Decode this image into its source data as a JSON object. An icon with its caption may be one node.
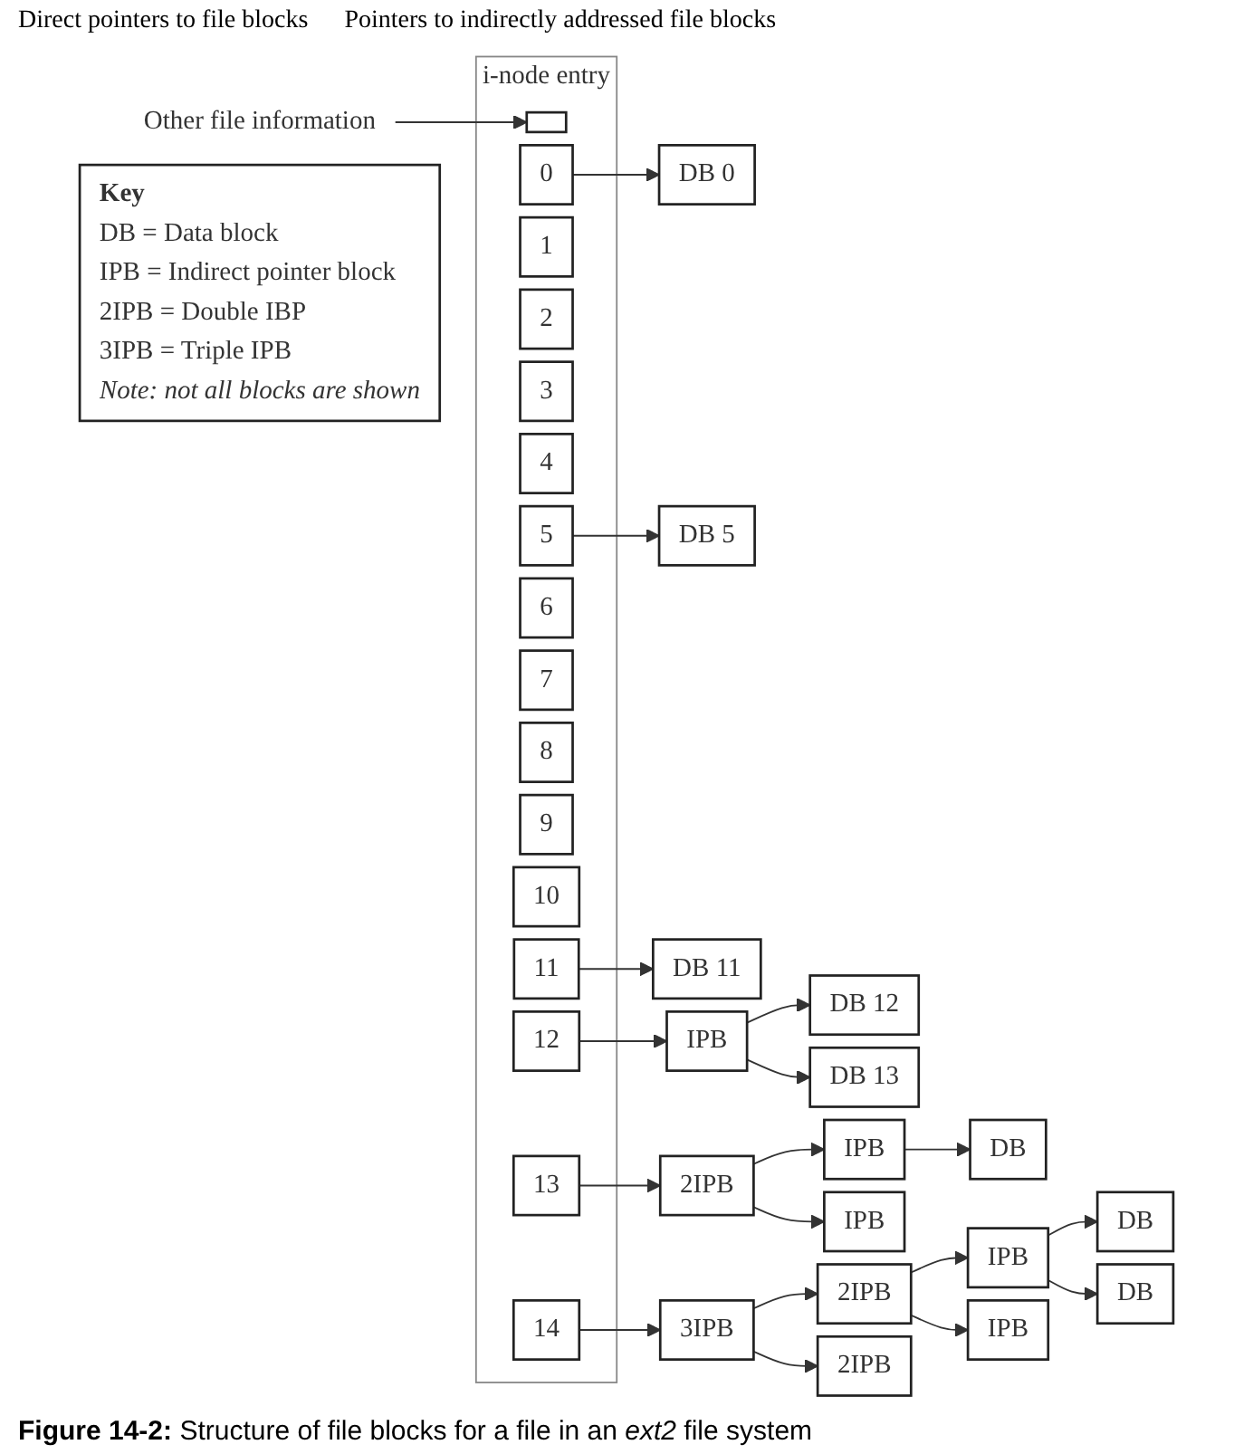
{
  "diagram": {
    "caption": "**Figure 14-2:** Structure of file blocks for a file in an *ext2* file system",
    "nodes": [
      {
        "text": [
          "i-node entry"
        ]
      },
      {
        "text": [],
        "shape": "box",
        "in": 0
      },
      {
        "text": [
          "0"
        ],
        "in": 0
      },
      {
        "text": [
          "1"
        ],
        "in": 0
      },
      {
        "text": [
          "2"
        ],
        "in": 0
      },
      {
        "text": [
          "3"
        ],
        "in": 0
      },
      {
        "text": [
          "4"
        ],
        "in": 0
      },
      {
        "text": [
          "5"
        ],
        "in": 0
      },
      {
        "text": [
          "6"
        ],
        "in": 0
      },
      {
        "text": [
          "7"
        ],
        "in": 0
      },
      {
        "text": [
          "8"
        ],
        "in": 0
      },
      {
        "text": [
          "9"
        ],
        "in": 0
      },
      {
        "text": [
          "10"
        ],
        "in": 0
      },
      {
        "text": [
          "11"
        ],
        "in": 0
      },
      {
        "text": [
          "12"
        ],
        "in": 0
      },
      {
        "text": [
          "13"
        ],
        "in": 0
      },
      {
        "text": [
          "14"
        ],
        "in": 0
      },
      {
        "text": [
          "Other file information"
        ]
      },
      {
        "text": [
          "Key",
          "DB = Data block",
          "IPB = Indirect pointer block",
          "2IPB = Double IBP",
          "3IPB = Triple IPB",
          "Note: not all blocks are shown"
        ]
      },
      {
        "text": [
          "DB 0"
        ]
      },
      {
        "text": [
          "DB 5"
        ]
      },
      {
        "text": [
          "DB 11"
        ]
      },
      {
        "text": [
          "IPB"
        ]
      },
      {
        "text": [
          "DB 12"
        ]
      },
      {
        "text": [
          "DB 13"
        ]
      },
      {
        "text": [
          "2IPB"
        ]
      },
      {
        "text": [
          "IPB"
        ]
      },
      {
        "text": [
          "DB"
        ]
      },
      {
        "text": [
          "IPB"
        ]
      },
      {
        "text": [
          "3IPB"
        ]
      },
      {
        "text": [
          "2IPB"
        ]
      },
      {
        "text": [
          "2IPB"
        ]
      },
      {
        "text": [
          "IPB"
        ]
      },
      {
        "text": [
          "IPB"
        ]
      },
      {
        "text": [
          "DB"
        ]
      },
      {
        "text": [
          "DB"
        ]
      }
    ],
    "edges": [
      {
        "from": 17,
        "to": 1,
        "arrow": "to"
      },
      {
        "from": 2,
        "to": 19,
        "arrow": "to"
      },
      {
        "from": 7,
        "to": 20,
        "arrow": "to"
      },
      {
        "from": 13,
        "to": 21,
        "arrow": "to"
      },
      {
        "from": 14,
        "to": 22,
        "arrow": "to"
      },
      {
        "from": 22,
        "to": 23,
        "arrow": "to"
      },
      {
        "from": 22,
        "to": 24,
        "arrow": "to"
      },
      {
        "from": 15,
        "to": 25,
        "arrow": "to"
      },
      {
        "from": 25,
        "to": 26,
        "arrow": "to"
      },
      {
        "from": 26,
        "to": 27,
        "arrow": "to"
      },
      {
        "from": 25,
        "to": 28,
        "arrow": "to"
      },
      {
        "from": 16,
        "to": 29,
        "arrow": "to"
      },
      {
        "from": 29,
        "to": 30,
        "arrow": "to"
      },
      {
        "from": 29,
        "to": 31,
        "arrow": "to"
      },
      {
        "from": 30,
        "to": 32,
        "arrow": "to"
      },
      {
        "from": 30,
        "to": 33,
        "arrow": "to"
      },
      {
        "from": 32,
        "to": 34,
        "arrow": "to"
      },
      {
        "from": 32,
        "to": 35,
        "arrow": "to"
      }
    ],
    "labels": [
      "Direct pointers to file blocks",
      "Pointers to indirectly addressed file blocks"
    ]
  }
}
